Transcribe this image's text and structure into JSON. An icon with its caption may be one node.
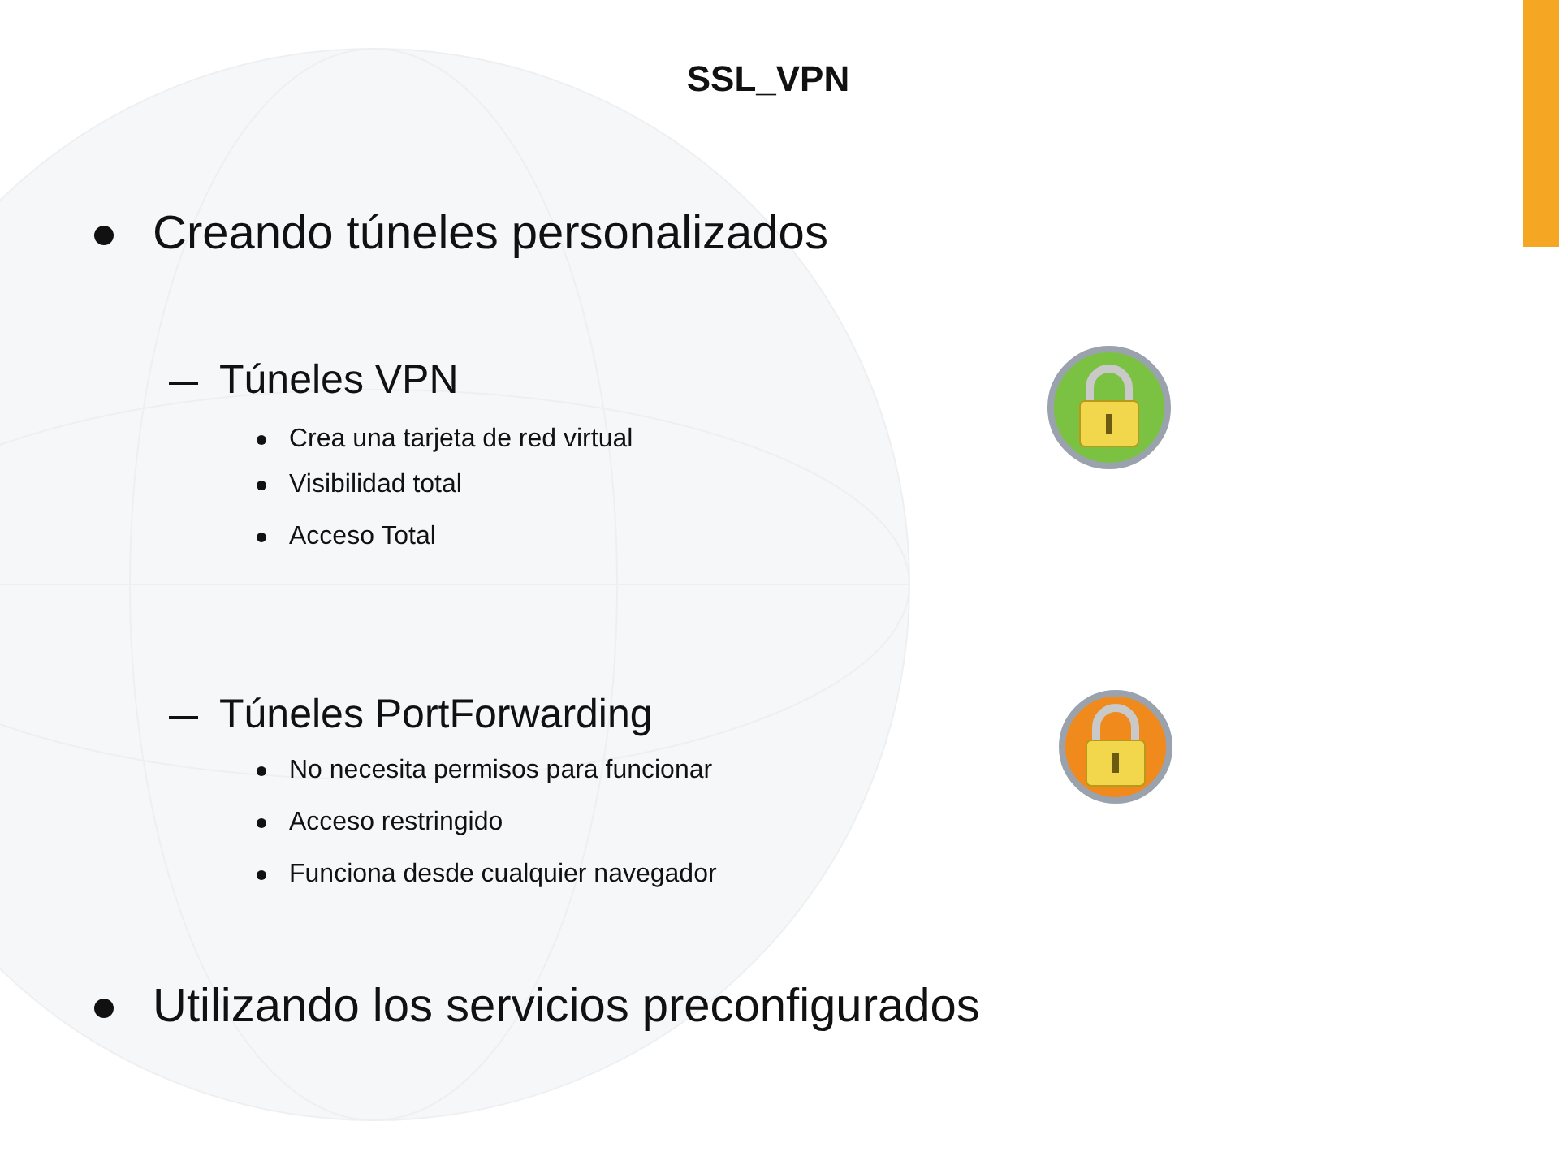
{
  "diagram": {
    "title": "SSL_VPN",
    "labels": [
      "Creando túneles personalizados",
      "Túneles VPN",
      "Crea una tarjeta de red virtual",
      "Visibilidad total",
      "Acceso Total",
      "Túneles PortForwarding",
      "No necesita permisos para funcionar",
      "Acceso restringido",
      "Funciona desde cualquier navegador",
      "Utilizando los servicios preconfigurados"
    ]
  }
}
